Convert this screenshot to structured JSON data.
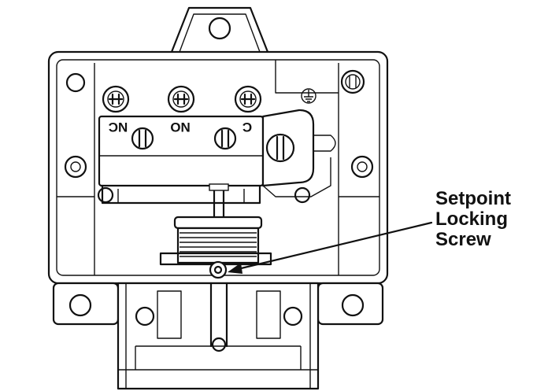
{
  "callout": {
    "lines": [
      "Setpoint",
      "Locking",
      "Screw"
    ]
  },
  "terminals": {
    "left": "NC",
    "middle": "NO",
    "right": "C"
  },
  "colors": {
    "line": "#111111",
    "background": "#ffffff"
  },
  "icons": {
    "ground": "ground-icon"
  }
}
